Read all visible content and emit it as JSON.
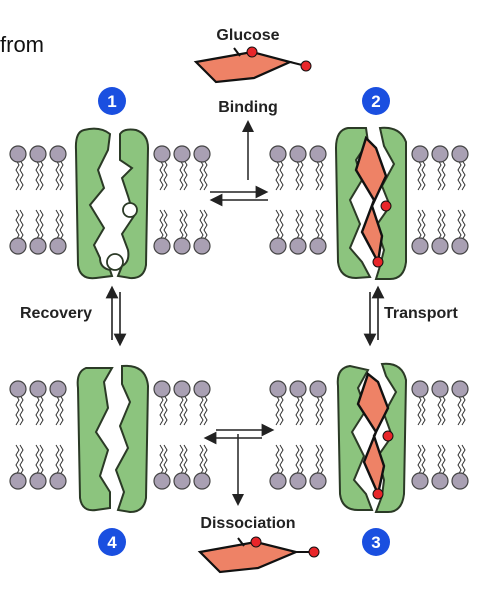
{
  "fragment_text": "from",
  "labels": {
    "glucose": "Glucose",
    "binding": "Binding",
    "transport": "Transport",
    "recovery": "Recovery",
    "dissociation": "Dissociation"
  },
  "steps": [
    "1",
    "2",
    "3",
    "4"
  ],
  "colors": {
    "protein": "#8cc47e",
    "glucose": "#ee8266",
    "badge": "#1a4fe0",
    "lipid_head": "#a9a0b3",
    "red_dot": "#e8262a"
  }
}
